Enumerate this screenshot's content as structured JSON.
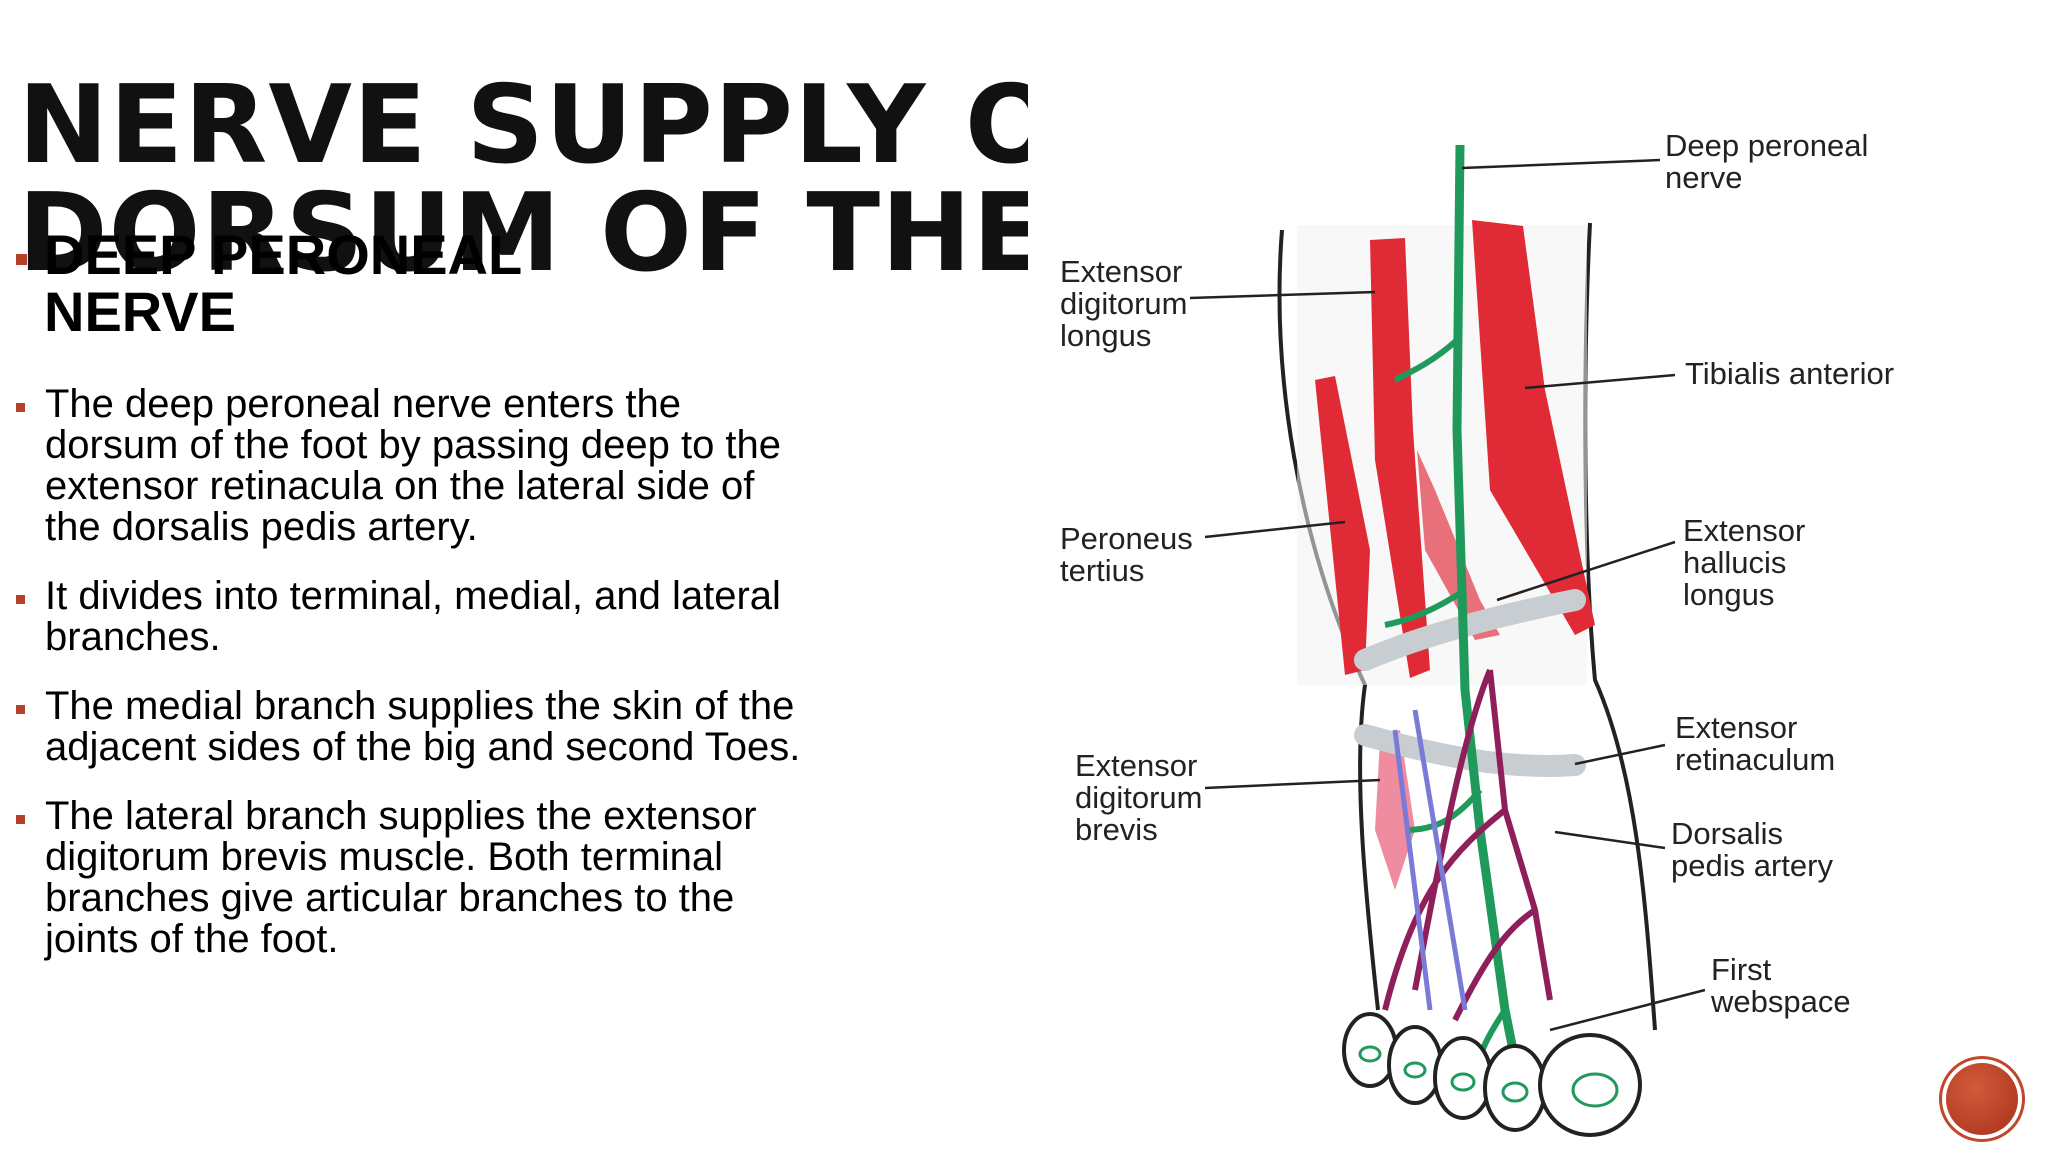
{
  "title": {
    "line1": "NERVE SUPPLY OF THE",
    "line2": "DORSUM OF THE FOOT"
  },
  "heading": "DEEP PERONEAL NERVE",
  "bullets": [
    "The deep peroneal nerve enters the dorsum of the foot by passing deep to the extensor retinacula on the lateral side of the dorsalis pedis artery.",
    "It divides into terminal, medial, and lateral branches.",
    " The medial branch supplies the skin of the adjacent sides of the big and second Toes.",
    "The lateral branch supplies the extensor digitorum brevis muscle. Both terminal branches give articular branches to the joints of the foot."
  ],
  "figure": {
    "labels": {
      "deep_peroneal_nerve": "Deep peroneal\nnerve",
      "extensor_digitorum_longus": "Extensor\ndigitorum\nlongus",
      "tibialis_anterior": "Tibialis anterior",
      "peroneus_tertius": "Peroneus\ntertius",
      "extensor_hallucis_longus": "Extensor\nhallucis\nlongus",
      "extensor_retinaculum": "Extensor\nretinaculum",
      "extensor_digitorum_brevis": "Extensor\ndigitorum\nbrevis",
      "dorsalis_pedis_artery": "Dorsalis\npedis artery",
      "first_webspace": "First\nwebspace"
    },
    "colors": {
      "muscle": "#e02a36",
      "nerve": "#1f9a5a",
      "artery": "#8e1f5a",
      "retinaculum": "#c8cdd2"
    }
  },
  "accent_color": "#b5412a"
}
